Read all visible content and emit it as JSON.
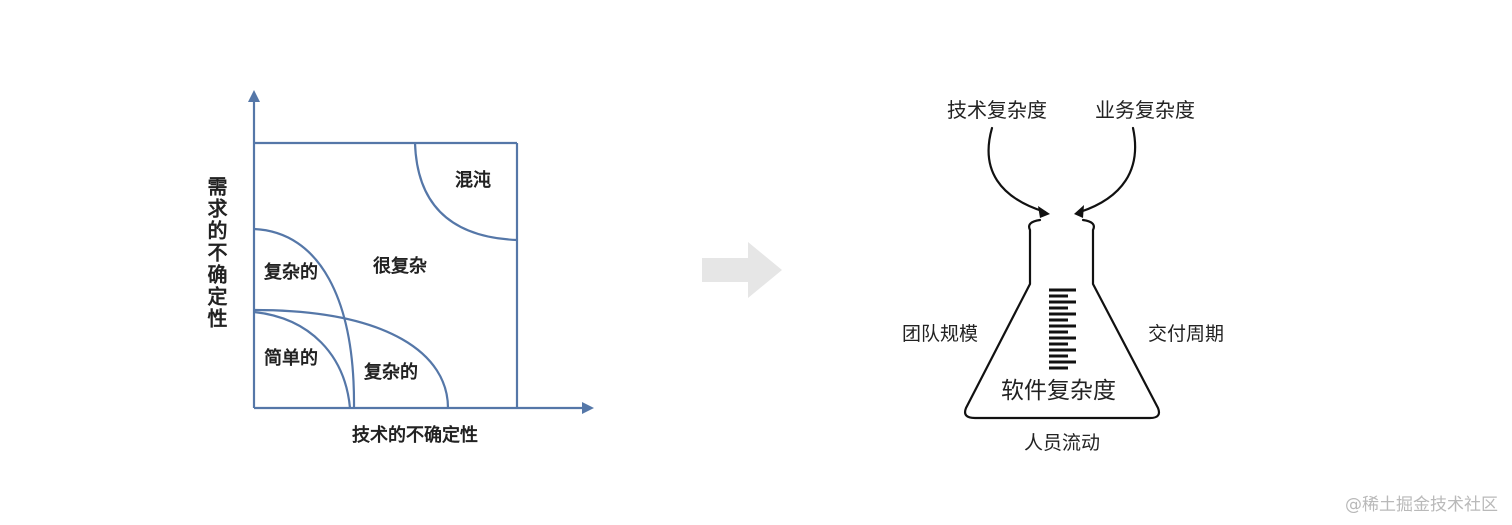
{
  "left_diagram": {
    "x_axis_label": "技术的不确定性",
    "y_axis_label": "需求的不确定性",
    "regions": {
      "chaos": "混沌",
      "very_complex": "很复杂",
      "complex_upper": "复杂的",
      "simple": "简单的",
      "complex_lower": "复杂的"
    },
    "line_color": "#5577a8"
  },
  "right_diagram": {
    "inputs": {
      "tech": "技术复杂度",
      "business": "业务复杂度"
    },
    "sides": {
      "team": "团队规模",
      "delivery": "交付周期",
      "people": "人员流动"
    },
    "flask_label": "软件复杂度",
    "line_color": "#111111"
  },
  "arrow_color": "#e6e6e6",
  "watermark": "@稀土掘金技术社区"
}
